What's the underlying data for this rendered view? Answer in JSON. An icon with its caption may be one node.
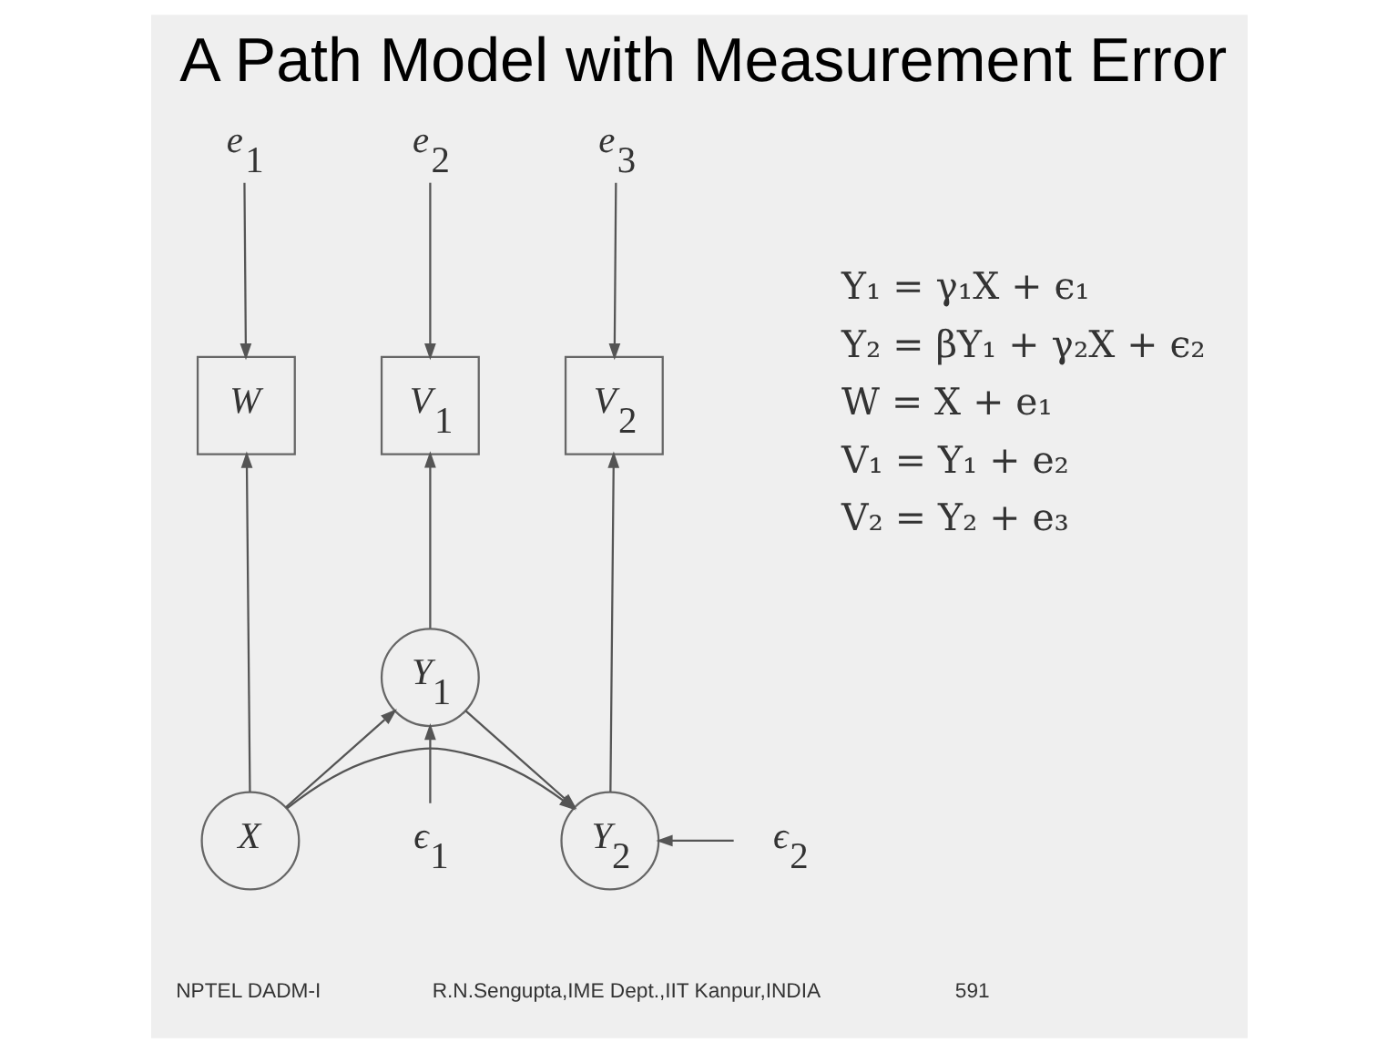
{
  "diagram": {
    "title": "A Path Model with Measurement Error",
    "nodes": [
      {
        "text": [
          "e$_{1}$"
        ]
      },
      {
        "text": [
          "e$_{2}$"
        ]
      },
      {
        "text": [
          "e$_{3}$"
        ]
      },
      {
        "text": [
          "W"
        ]
      },
      {
        "text": [
          "V$_{1}$"
        ]
      },
      {
        "text": [
          "V$_{2}$"
        ]
      },
      {
        "text": [
          "Y$_{1}$"
        ]
      },
      {
        "text": [
          "ϵ$_{1}$"
        ]
      },
      {
        "text": [
          "X"
        ]
      },
      {
        "text": [
          "Y$_{2}$"
        ]
      },
      {
        "text": [
          "ϵ$_{2}$"
        ]
      }
    ],
    "edges": [
      {
        "from": 0,
        "to": 3,
        "arrow": "to"
      },
      {
        "from": 1,
        "to": 4,
        "arrow": "to"
      },
      {
        "from": 2,
        "to": 5,
        "arrow": "to"
      },
      {
        "from": 8,
        "to": 3,
        "arrow": "to"
      },
      {
        "from": 6,
        "to": 4,
        "arrow": "to"
      },
      {
        "from": 9,
        "to": 5,
        "arrow": "to"
      },
      {
        "from": 8,
        "to": 6,
        "arrow": "to"
      },
      {
        "from": 7,
        "to": 6,
        "arrow": "to"
      },
      {
        "from": 6,
        "to": 9,
        "arrow": "to"
      },
      {
        "from": 8,
        "to": 9,
        "arrow": "to"
      },
      {
        "from": 10,
        "to": 9,
        "arrow": "to"
      }
    ],
    "labels": [
      "Y₁ = γ₁X + ϵ₁",
      "Y₂ = βY₁ + γ₂X + ϵ₂",
      "W = X + e₁",
      "V₁ = Y₁ + e₂",
      "V₂ = Y₂ + e₃",
      "NPTEL DADM-I",
      "R.N.Sengupta,IME Dept.,IIT Kanpur,INDIA",
      "591"
    ]
  }
}
